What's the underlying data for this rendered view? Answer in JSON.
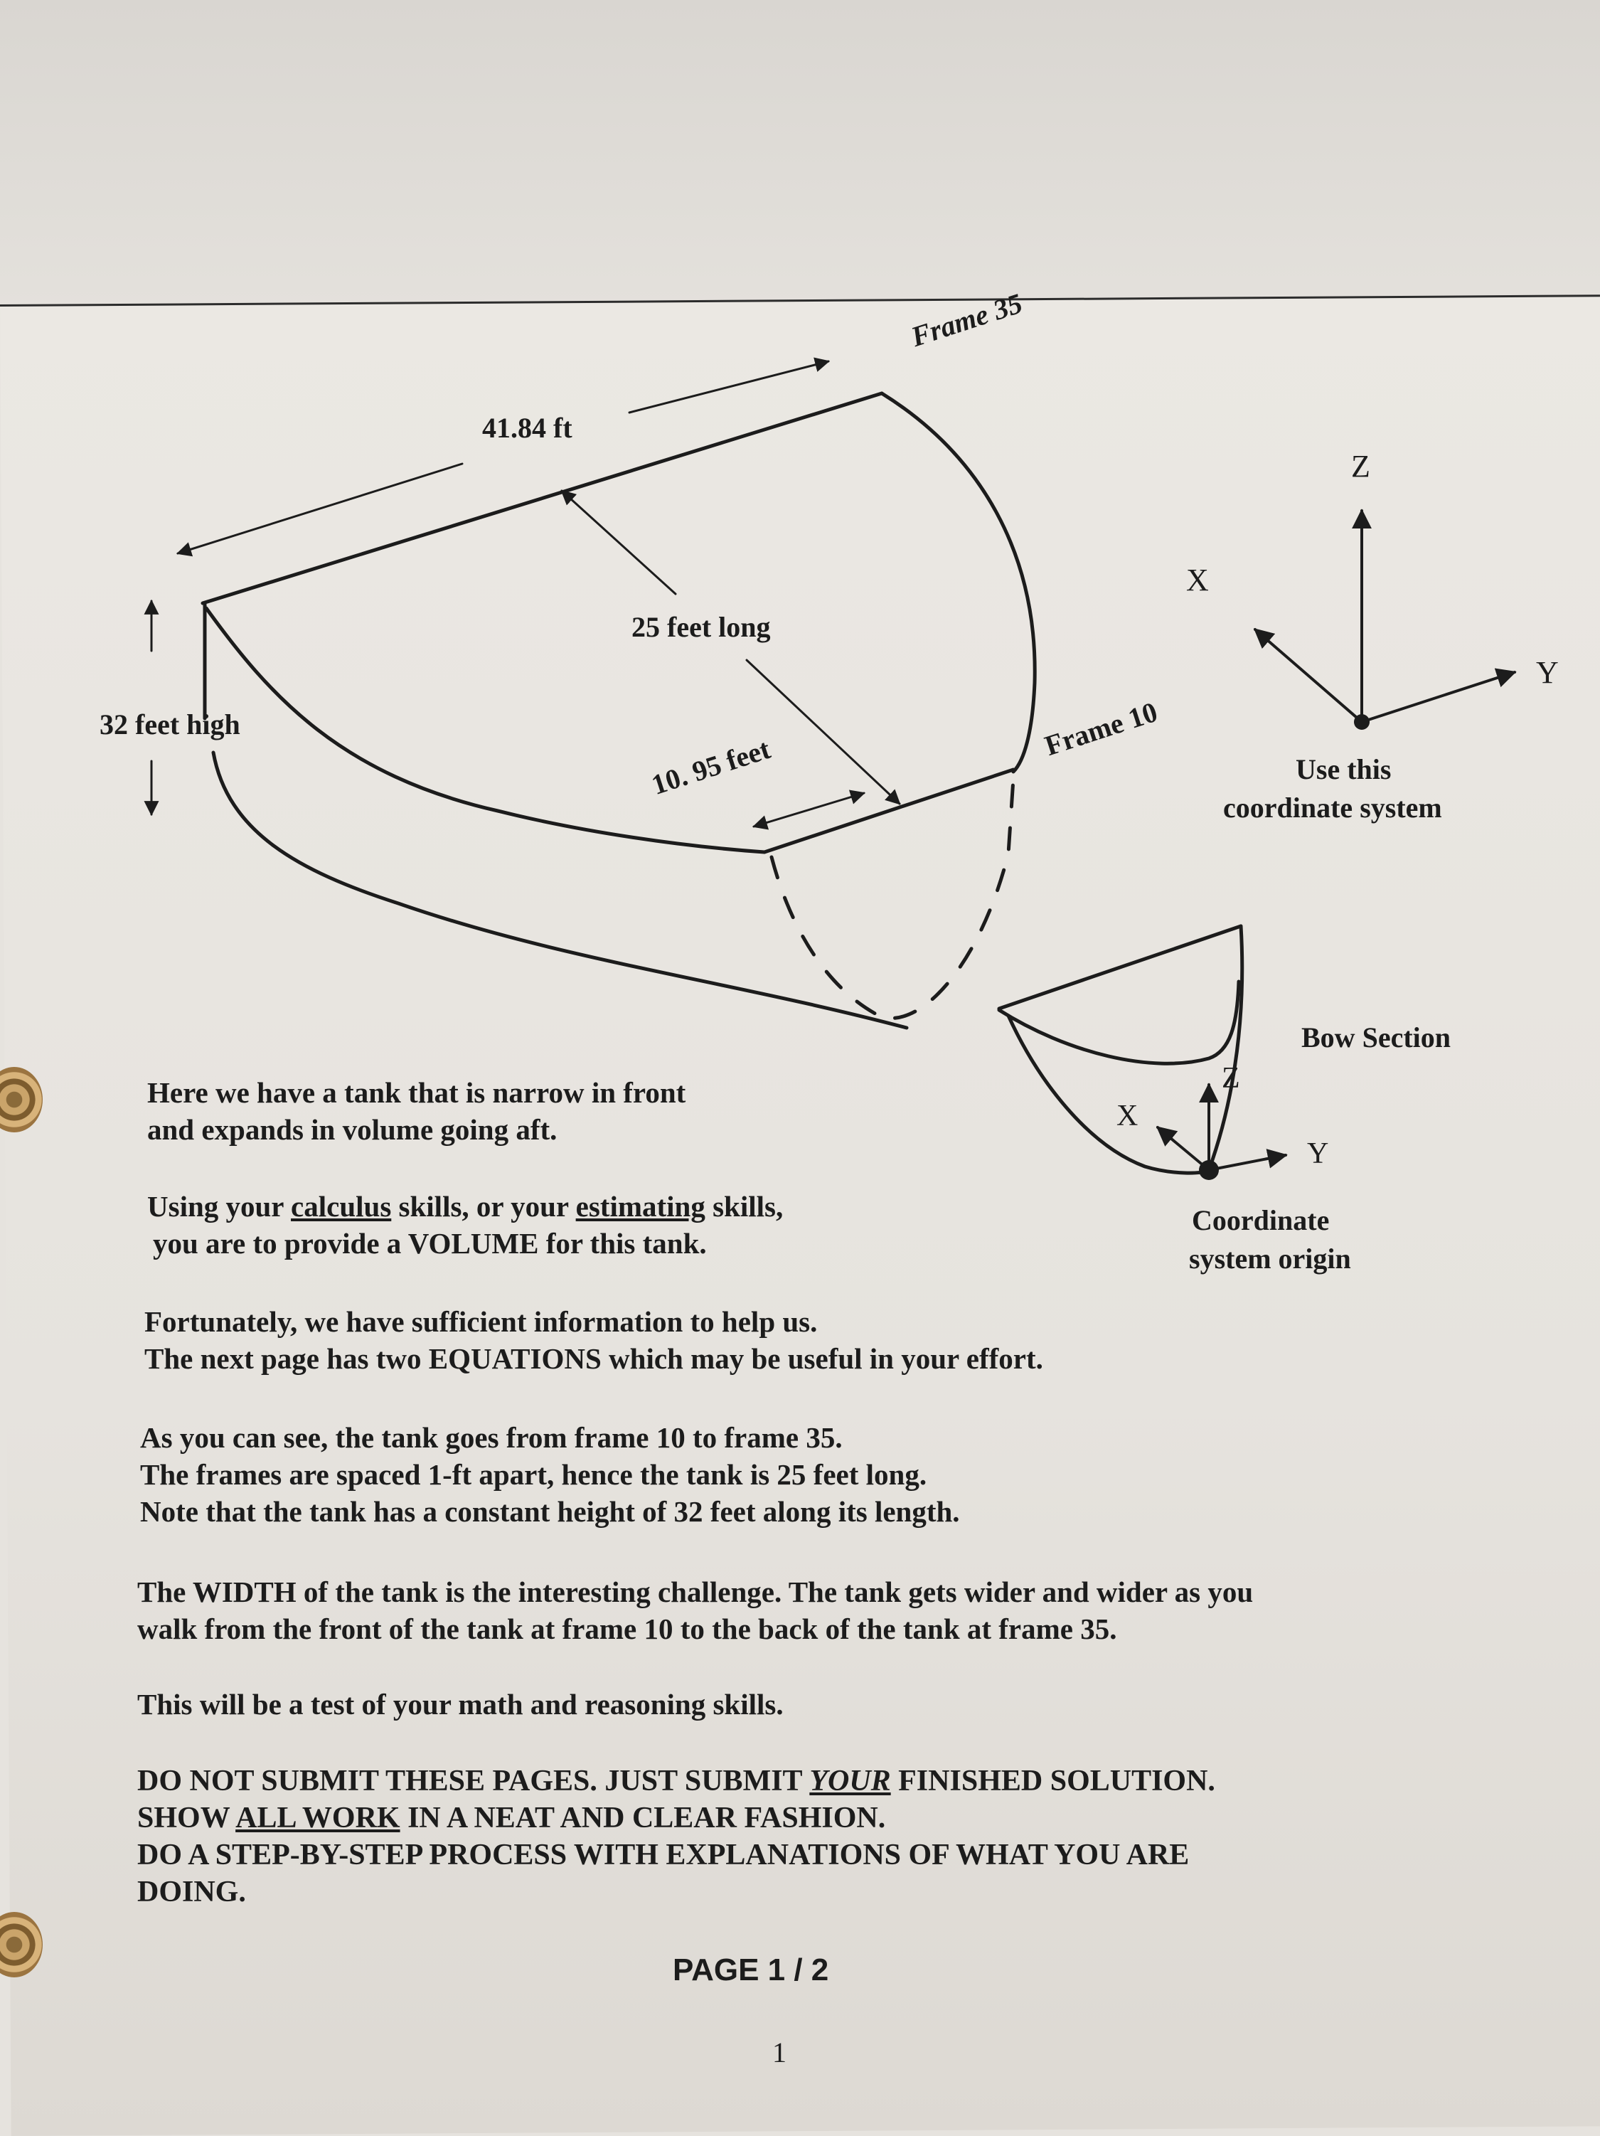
{
  "diagram": {
    "label_length_top": "41.84 ft",
    "label_frame35": "Frame 35",
    "label_frame10": "Frame 10",
    "label_long": "25 feet long",
    "label_height": "32 feet high",
    "label_width": "10. 95 feet",
    "axes": {
      "x": "X",
      "y": "Y",
      "z": "Z"
    },
    "coord_caption": [
      "Use this",
      "coordinate system"
    ],
    "bow_section": "Bow Section",
    "bow_axes": {
      "x": "X",
      "y": "Y",
      "z": "Z"
    },
    "origin_caption": [
      "Coordinate",
      "system origin"
    ]
  },
  "body": {
    "para1": [
      "Here we have a tank that is narrow in front",
      "and expands in volume going aft."
    ],
    "para2": {
      "l1_a": "Using your ",
      "l1_u1": "calculus",
      "l1_b": " skills, or your ",
      "l1_u2": "estimating",
      "l1_c": " skills,",
      "l2": "you are to provide a VOLUME for this tank."
    },
    "para3": [
      "Fortunately, we have sufficient information to help us.",
      "The next page has two EQUATIONS which may be useful in your effort."
    ],
    "para4": [
      "As you can see, the tank goes from frame 10 to frame 35.",
      "The frames are spaced 1-ft apart, hence the tank is 25 feet long.",
      "Note that the tank has a constant height of 32 feet along its length."
    ],
    "para5": [
      "The WIDTH of the tank is the interesting challenge.  The tank gets wider and wider as you",
      "walk from the front of the tank at frame 10 to the back of the tank at frame 35."
    ],
    "para6": "This will be a test of your math and reasoning skills.",
    "para7": {
      "l1_a": "DO NOT SUBMIT THESE PAGES. JUST SUBMIT ",
      "l1_u": "YOUR",
      "l1_b": " FINISHED SOLUTION.",
      "l2_a": "SHOW ",
      "l2_u": "ALL WORK",
      "l2_b": " IN A NEAT AND CLEAR FASHION.",
      "l3": "DO A STEP-BY-STEP PROCESS WITH EXPLANATIONS OF WHAT YOU ARE",
      "l4": "DOING."
    }
  },
  "footer": {
    "page_label": "PAGE 1 / 2",
    "page_number": "1"
  }
}
